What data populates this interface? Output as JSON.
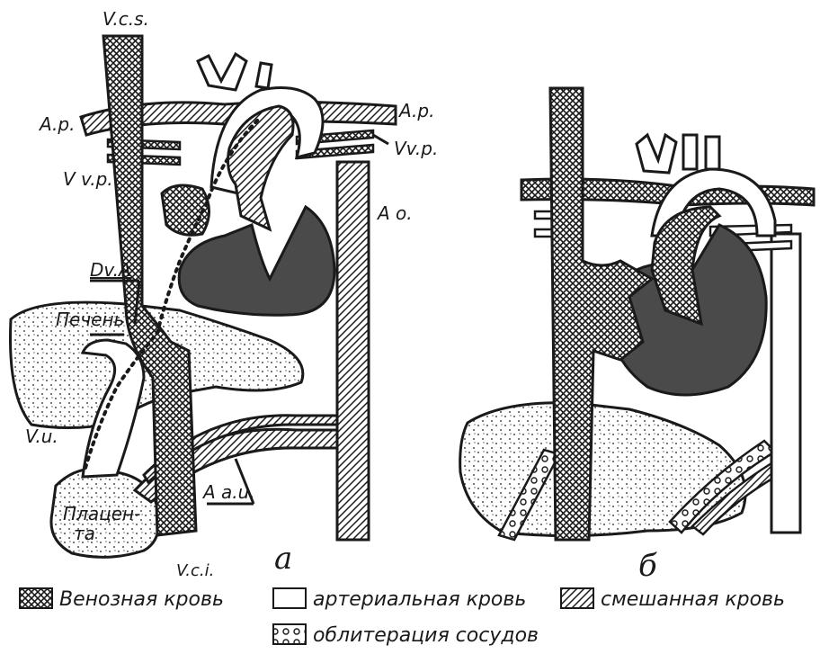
{
  "panel_a": {
    "letter": "а",
    "labels": {
      "vcs": "V.c.s.",
      "ap_left": "A.p.",
      "ap_right": "A.p.",
      "vvp_left": "V v.p.",
      "vvp_right": "Vv.p.",
      "ao": "A o.",
      "dva": "Dv.A",
      "liver": "Печень",
      "vu": "V.u.",
      "placenta_1": "Плацен-",
      "placenta_2": "та",
      "aau": "A a.u.",
      "vci": "V.c.i."
    }
  },
  "panel_b": {
    "letter": "б"
  },
  "legend": {
    "venous": "Венозная кровь",
    "arterial": "артериальная кровь",
    "mixed": "смешанная кровь",
    "obliteration": "облитерация сосудов"
  },
  "colors": {
    "ink": "#1a1a1a",
    "dark_fill": "#4a4a4a",
    "paper": "#ffffff"
  }
}
